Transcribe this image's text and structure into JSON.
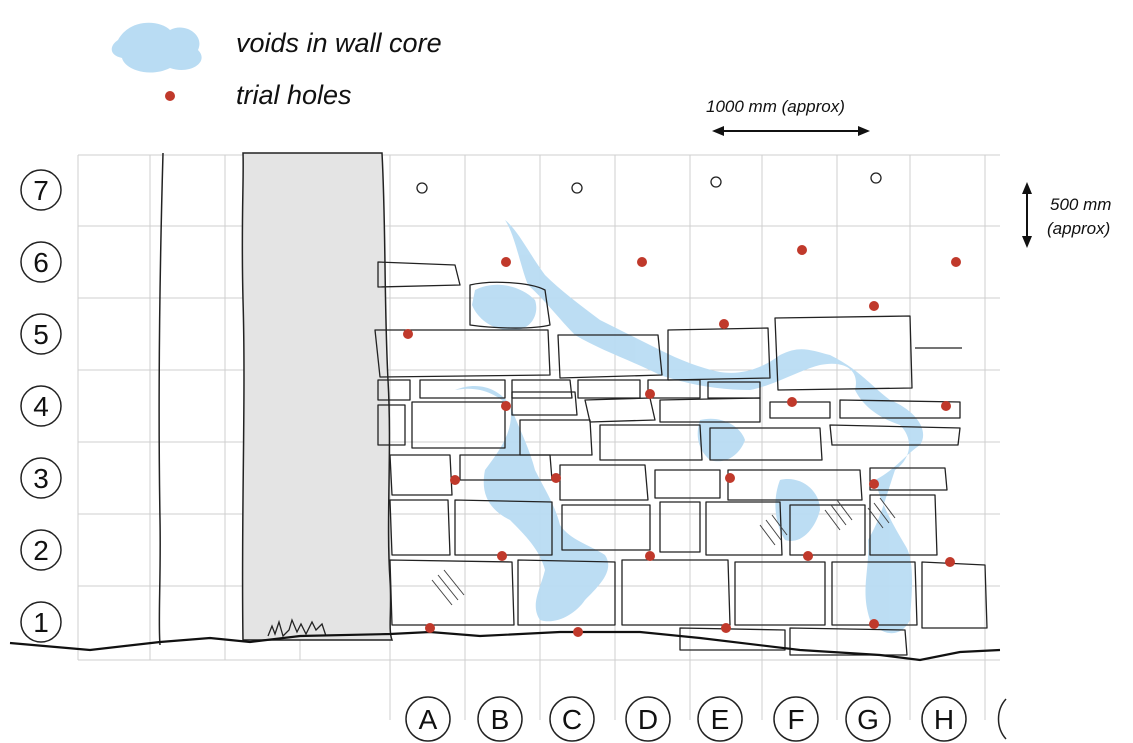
{
  "legend": {
    "voids_label": "voids in wall core",
    "holes_label": "trial holes",
    "void_color": "#b9dcf3",
    "hole_color": "#c0392b"
  },
  "scales": {
    "horizontal_label": "1000 mm (approx)",
    "vertical_label_line1": "500 mm",
    "vertical_label_line2": "(approx)"
  },
  "grid": {
    "rows": [
      "7",
      "6",
      "5",
      "4",
      "3",
      "2",
      "1"
    ],
    "columns": [
      "A",
      "B",
      "C",
      "D",
      "E",
      "F",
      "G",
      "H",
      "("
    ]
  },
  "trial_holes": [
    {
      "col": "A",
      "row": "5"
    },
    {
      "col": "B",
      "row": "6"
    },
    {
      "col": "D",
      "row": "6"
    },
    {
      "col": "F",
      "row": "6"
    },
    {
      "col": "H",
      "row": "6"
    },
    {
      "col": "E",
      "row": "5"
    },
    {
      "col": "G",
      "row": "5"
    },
    {
      "col": "B",
      "row": "4"
    },
    {
      "col": "D",
      "row": "4"
    },
    {
      "col": "F",
      "row": "4"
    },
    {
      "col": "H",
      "row": "4"
    },
    {
      "col": "A",
      "row": "3"
    },
    {
      "col": "C",
      "row": "3"
    },
    {
      "col": "E",
      "row": "3"
    },
    {
      "col": "G",
      "row": "3"
    },
    {
      "col": "B",
      "row": "2"
    },
    {
      "col": "D",
      "row": "2"
    },
    {
      "col": "F",
      "row": "2"
    },
    {
      "col": "H",
      "row": "2"
    },
    {
      "col": "A",
      "row": "1"
    },
    {
      "col": "C",
      "row": "1"
    },
    {
      "col": "E",
      "row": "1"
    },
    {
      "col": "G",
      "row": "1"
    }
  ],
  "open_holes_row": "7",
  "open_holes": [
    "A",
    "C",
    "E",
    "G"
  ]
}
